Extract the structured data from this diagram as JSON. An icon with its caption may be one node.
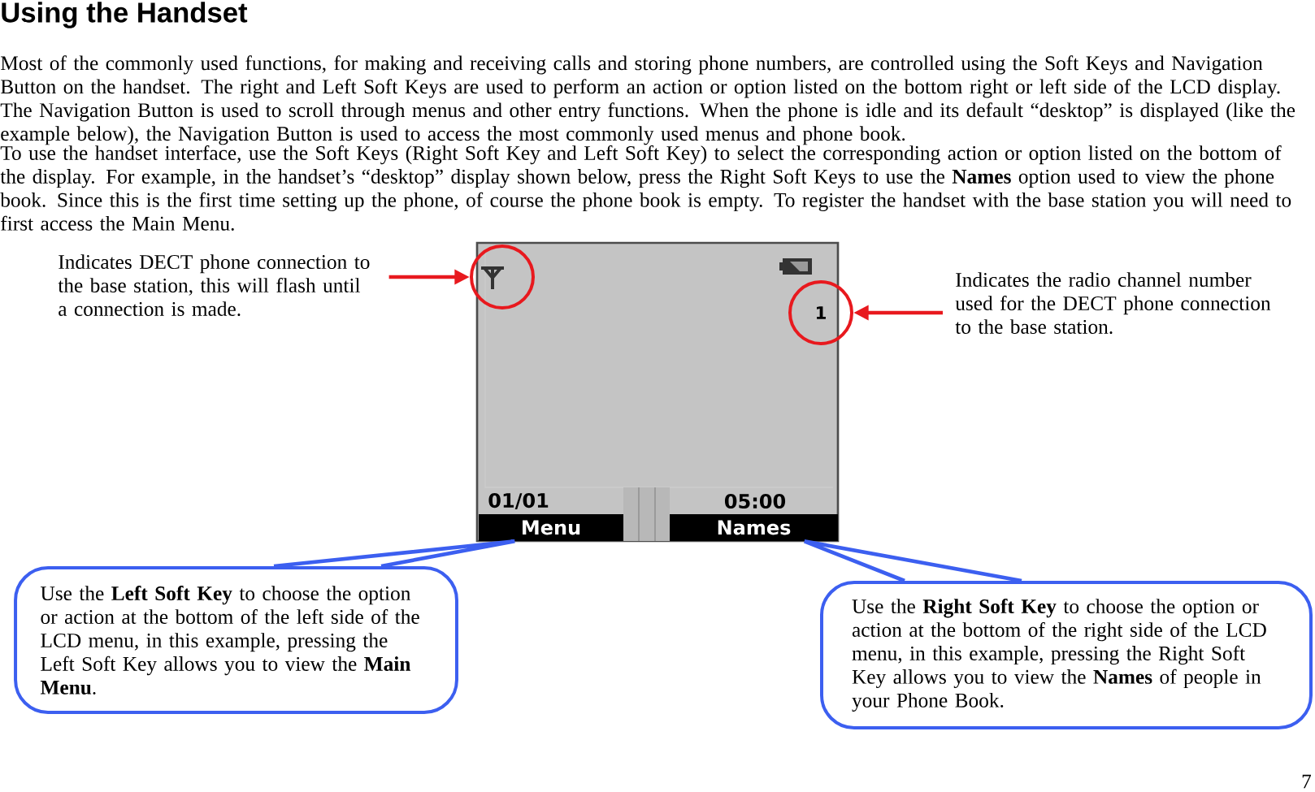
{
  "diagram": {
    "title": "Using the Handset",
    "nodes": [
      {
        "text": [
          "Indicates DECT phone connection to the base station, this will flash until a connection is made."
        ]
      },
      {
        "text": [],
        "shape": "circle"
      },
      {
        "text": [
          "1"
        ]
      },
      {
        "text": [
          "Indicates the radio channel number used for the DECT phone connection to the base station."
        ]
      },
      {
        "text": [
          "Menu"
        ],
        "beside": [
          "01/01"
        ]
      },
      {
        "text": [
          "Names"
        ],
        "beside": [
          "05:00"
        ]
      },
      {
        "text": [
          "Use the **Left Soft Key** to choose the option or action at the bottom of the left side of the LCD menu, in this example, pressing the Left Soft Key allows you to view the **Main Menu**."
        ]
      },
      {
        "text": [
          "Use the **Right Soft Key** to choose the option or action at the bottom of the right side of the LCD menu, in this example, pressing the Right Soft Key allows you to view the **Names** of people in your Phone Book."
        ]
      }
    ],
    "edges": [
      {
        "from": 0,
        "to": 1,
        "arrow": "to",
        "color": "#e8191e"
      },
      {
        "from": 3,
        "to": 2,
        "arrow": "to",
        "color": "#e8191e"
      },
      {
        "from": 6,
        "to": 4,
        "arrow": "none",
        "color": "#3c5ff0"
      },
      {
        "from": 7,
        "to": 5,
        "arrow": "none",
        "color": "#3c5ff0"
      }
    ],
    "labels": [
      "Most of the commonly used functions, for making and receiving calls and storing phone numbers, are controlled using the Soft Keys and Navigation Button on the handset. The right and Left Soft Keys are used to perform an action or option listed on the bottom right or left side of the LCD display. The Navigation Button is used to scroll through menus and other entry functions. When the phone is idle and its default “desktop” is displayed (like the example below), the Navigation Button is used to access the most commonly used menus and phone book.",
      "To use the handset interface, use the Soft Keys (Right Soft Key and Left Soft Key) to select the corresponding action or option listed on the bottom of the display. For example, in the handset’s “desktop” display shown below, press the Right Soft Keys to use the **Names** option used to view the phone book. Since this is the first time setting up the phone, of course the phone book is empty. To register the handset with the base station you will need to first access the Main Menu.",
      "7"
    ]
  }
}
